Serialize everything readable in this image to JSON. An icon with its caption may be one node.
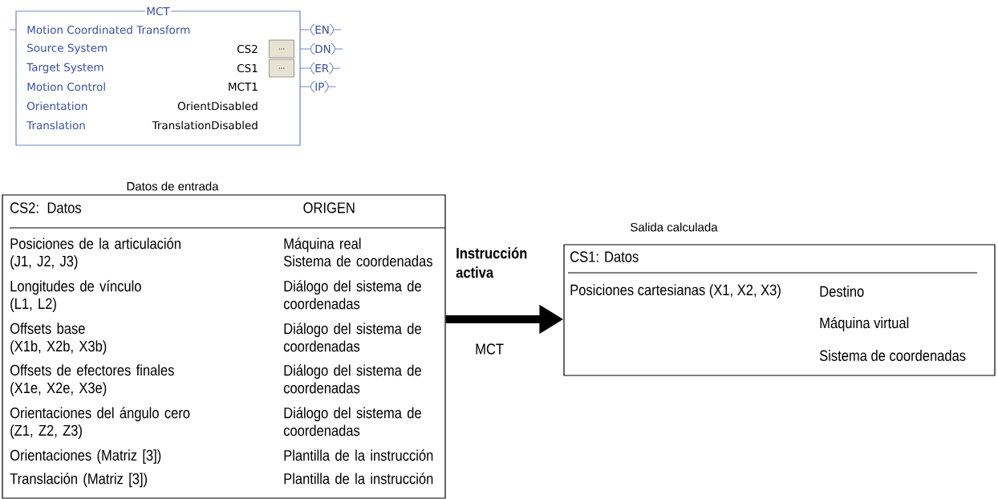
{
  "diagram": {
    "nodes": [
      {
        "text": [
          "MCT",
          "Motion Coordinated Transform",
          "Source System",
          "CS2",
          "Target System",
          "CS1",
          "Motion Control",
          "MCT1",
          "Orientation",
          "OrientDisabled",
          "Translation",
          "TranslationDisabled"
        ]
      },
      {
        "text": [
          "..."
        ],
        "in": 0
      },
      {
        "text": [
          "..."
        ],
        "in": 0
      },
      {
        "text": [
          "CS2: Datos",
          "ORIGEN",
          "Posiciones de la articulación",
          "(J1, J2, J3)",
          "Máquina real",
          "Sistema de coordenadas",
          "Longitudes de vínculo",
          "(L1, L2)",
          "Diálogo del sistema de coordenadas",
          "Offsets base",
          "(X1b, X2b, X3b)",
          "Diálogo del sistema de coordenadas",
          "Offsets de efectores finales",
          "(X1e, X2e, X3e)",
          "Diálogo del sistema de coordenadas",
          "Orientaciones del ángulo cero",
          "(Z1, Z2, Z3)",
          "Diálogo del sistema de coordenadas",
          "Orientaciones (Matriz [3])",
          "Plantilla de la instrucción",
          "Translación (Matriz [3])",
          "Plantilla de la instrucción"
        ],
        "beside": [
          "Datos de entrada"
        ]
      },
      {
        "text": [
          "CS1: Datos",
          "Posiciones cartesianas (X1, X2, X3)",
          "Destino",
          "Máquina virtual",
          "Sistema de coordenadas"
        ],
        "beside": [
          "Salida calculada"
        ]
      }
    ],
    "edges": [
      {
        "from": 3,
        "to": 4,
        "arrow": "to",
        "label": "MCT"
      }
    ],
    "labels": [
      "EN",
      "DN",
      "ER",
      "IP",
      "Instrucción activa"
    ]
  }
}
